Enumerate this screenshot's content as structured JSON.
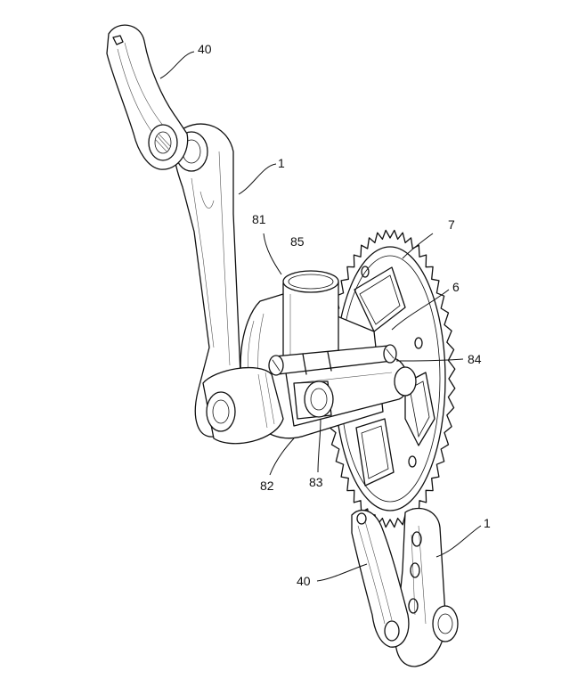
{
  "labels": {
    "crank_arm_upper": "40",
    "crank_upper": "1",
    "part_81": "81",
    "part_85": "85",
    "chainring": "7",
    "part_6": "6",
    "part_84": "84",
    "part_82": "82",
    "part_83": "83",
    "crank_lower": "1",
    "crank_arm_lower": "40"
  }
}
